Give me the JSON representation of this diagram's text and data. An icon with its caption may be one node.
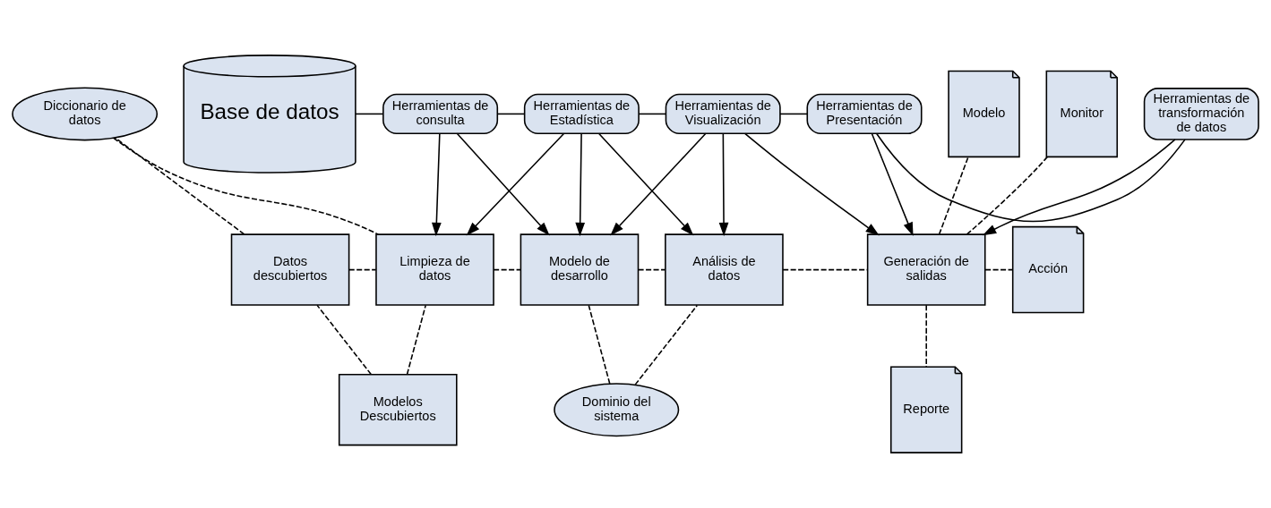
{
  "diagram": {
    "nodes": [
      {
        "text": [
          "Dominio del sistema"
        ]
      },
      {
        "text": [
          "Modelos Descubiertos"
        ]
      },
      {
        "text": [
          "Reporte"
        ]
      },
      {
        "text": [
          "Datos descubiertos"
        ]
      },
      {
        "text": [
          "Limpieza de datos"
        ]
      },
      {
        "text": [
          "Modelo de desarrollo"
        ]
      },
      {
        "text": [
          "Análisis de datos"
        ]
      },
      {
        "text": [
          "Generación de salidas"
        ]
      },
      {
        "text": [
          "Acción"
        ]
      },
      {
        "text": [
          "Modelo"
        ]
      },
      {
        "text": [
          "Diccionario de datos"
        ]
      },
      {
        "text": [
          "Base de datos"
        ]
      },
      {
        "text": [
          "Herramientas de consulta"
        ]
      },
      {
        "text": [
          "Herramientas de Estadística"
        ]
      },
      {
        "text": [
          "Herramientas de Visualización"
        ]
      },
      {
        "text": [
          "Herramientas de Presentación"
        ]
      },
      {
        "text": [
          "Herramientas de transformación de datos"
        ]
      },
      {
        "text": [
          "Monitor"
        ]
      }
    ],
    "edges": [
      {
        "from": 1,
        "to": 4,
        "arrow": "none",
        "style": "dashed"
      },
      {
        "from": 1,
        "to": 3,
        "arrow": "none",
        "style": "dashed"
      },
      {
        "from": 3,
        "to": 4,
        "arrow": "none",
        "style": "dashed"
      },
      {
        "from": 3,
        "to": 10,
        "arrow": "none",
        "style": "dashed"
      },
      {
        "from": 10,
        "to": 4,
        "arrow": "none",
        "style": "dashed"
      },
      {
        "from": 4,
        "to": 5,
        "arrow": "none",
        "style": "dashed"
      },
      {
        "from": 5,
        "to": 6,
        "arrow": "none",
        "style": "dashed"
      },
      {
        "from": 6,
        "to": 7,
        "arrow": "none",
        "style": "dashed"
      },
      {
        "from": 0,
        "to": 5,
        "arrow": "none",
        "style": "dashed"
      },
      {
        "from": 0,
        "to": 6,
        "arrow": "none",
        "style": "dashed"
      },
      {
        "from": 7,
        "to": 2,
        "arrow": "none",
        "style": "dashed"
      },
      {
        "from": 7,
        "to": 8,
        "arrow": "none",
        "style": "dashed"
      },
      {
        "from": 7,
        "to": 9,
        "arrow": "none",
        "style": "dashed"
      },
      {
        "from": 7,
        "to": 17,
        "arrow": "none",
        "style": "dashed"
      },
      {
        "from": 11,
        "to": 12,
        "arrow": "none"
      },
      {
        "from": 12,
        "to": 13,
        "arrow": "none"
      },
      {
        "from": 13,
        "to": 14,
        "arrow": "none"
      },
      {
        "from": 14,
        "to": 15,
        "arrow": "none"
      },
      {
        "from": 15,
        "to": 16,
        "arrow": "none"
      },
      {
        "from": 12,
        "to": 4,
        "arrow": "to"
      },
      {
        "from": 12,
        "to": 5,
        "arrow": "to"
      },
      {
        "from": 13,
        "to": 4,
        "arrow": "to"
      },
      {
        "from": 13,
        "to": 5,
        "arrow": "to"
      },
      {
        "from": 13,
        "to": 6,
        "arrow": "to"
      },
      {
        "from": 14,
        "to": 5,
        "arrow": "to"
      },
      {
        "from": 14,
        "to": 6,
        "arrow": "to"
      },
      {
        "from": 14,
        "to": 7,
        "arrow": "to"
      },
      {
        "from": 15,
        "to": 7,
        "arrow": "to"
      },
      {
        "from": 16,
        "to": 7,
        "arrow": "to"
      }
    ]
  }
}
